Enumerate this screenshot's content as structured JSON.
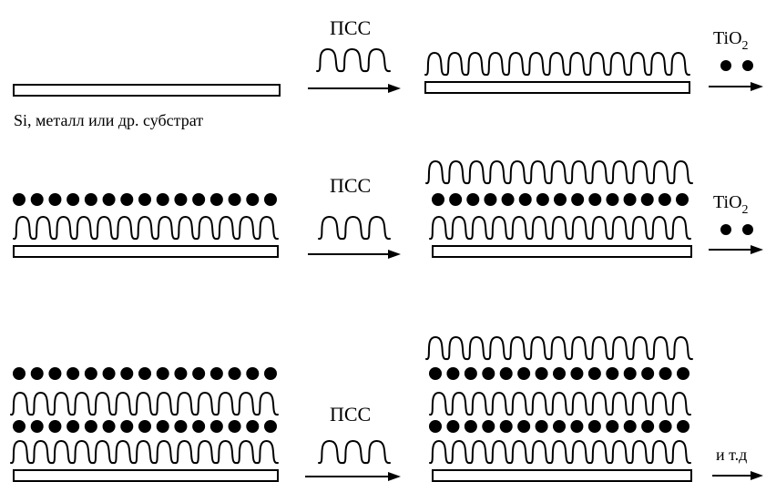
{
  "labels": {
    "polymer": "ПСС",
    "substrate_caption": "Si, металл или др. субстрат",
    "tio2_base": "TiO",
    "tio2_sub": "2",
    "etc": "и т.д"
  },
  "colors": {
    "ink": "#000000",
    "background": "#ffffff"
  },
  "stages": [
    {
      "layers": [
        "substrate"
      ]
    },
    {
      "layers": [
        "substrate",
        "polymer"
      ]
    },
    {
      "layers": [
        "substrate",
        "polymer",
        "particles"
      ]
    },
    {
      "layers": [
        "substrate",
        "polymer",
        "particles",
        "polymer"
      ]
    },
    {
      "layers": [
        "substrate",
        "polymer",
        "particles",
        "polymer",
        "particles"
      ]
    },
    {
      "layers": [
        "substrate",
        "polymer",
        "particles",
        "polymer",
        "particles",
        "polymer"
      ]
    }
  ],
  "steps": [
    {
      "reagent": "polymer"
    },
    {
      "reagent": "tio2"
    },
    {
      "reagent": "polymer"
    },
    {
      "reagent": "tio2"
    },
    {
      "reagent": "polymer"
    },
    {
      "reagent": "etc"
    }
  ]
}
